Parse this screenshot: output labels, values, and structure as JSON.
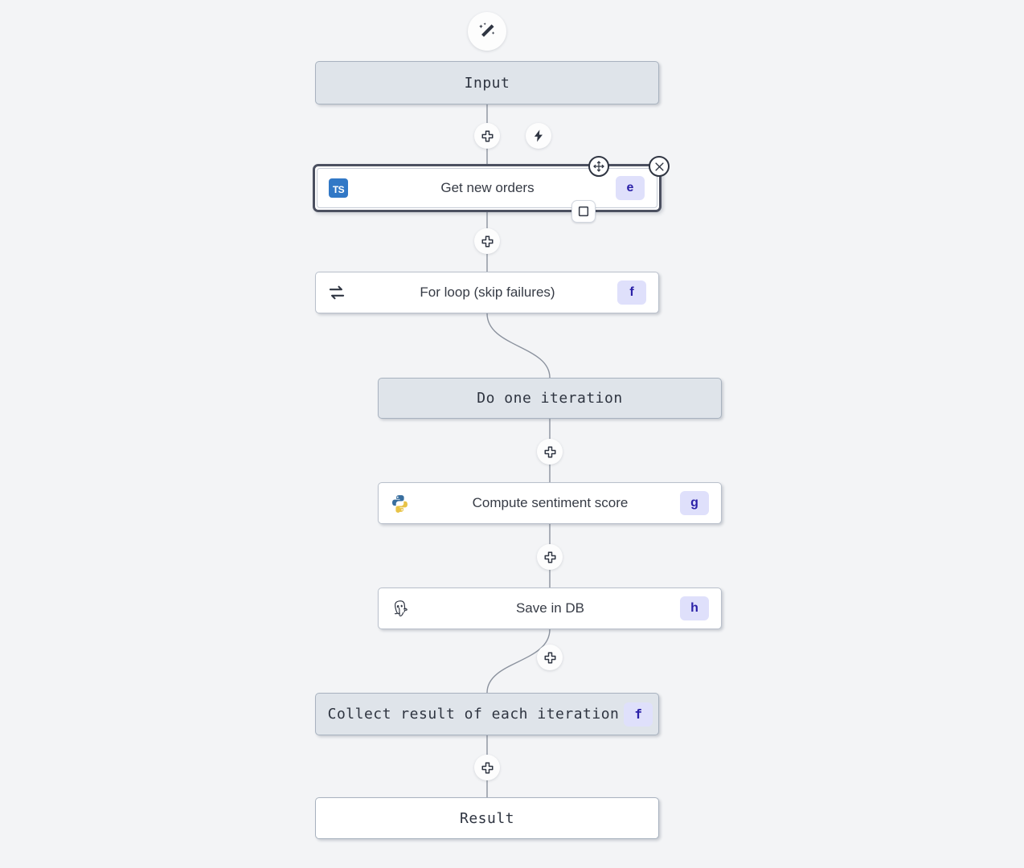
{
  "canvas": {
    "background_color": "#f3f4f6",
    "accent_badge_bg": "#dfe0fb",
    "accent_badge_fg": "#2b21a8",
    "frame_bg": "#dfe4ea",
    "selection_border_color": "#4b5060"
  },
  "top_action": {
    "icon": "magic-wand-icon"
  },
  "nodes": [
    {
      "id": "input",
      "label": "Input",
      "style": "frame",
      "badge": null,
      "icon": null
    },
    {
      "id": "get_new_orders",
      "label": "Get new orders",
      "style": "module",
      "badge": "e",
      "icon": "typescript-icon",
      "selected": true
    },
    {
      "id": "for_loop",
      "label": "For loop (skip failures)",
      "style": "module",
      "badge": "f",
      "icon": "loop-icon"
    },
    {
      "id": "do_one_iteration",
      "label": "Do one iteration",
      "style": "frame",
      "badge": null,
      "icon": null
    },
    {
      "id": "compute_sentiment",
      "label": "Compute sentiment score",
      "style": "module",
      "badge": "g",
      "icon": "python-icon"
    },
    {
      "id": "save_in_db",
      "label": "Save in DB",
      "style": "module",
      "badge": "h",
      "icon": "postgresql-icon"
    },
    {
      "id": "collect_result",
      "label": "Collect result of each iteration",
      "style": "frame",
      "badge": "f",
      "icon": null
    },
    {
      "id": "result",
      "label": "Result",
      "style": "frame-white",
      "badge": null,
      "icon": null
    }
  ],
  "edge_buttons": [
    {
      "id": "add-after-input",
      "icon": "plus-icon"
    },
    {
      "id": "trigger-after-input",
      "icon": "lightning-bolt-icon"
    },
    {
      "id": "add-after-get-orders",
      "icon": "plus-icon"
    },
    {
      "id": "add-after-do-iteration",
      "icon": "plus-icon"
    },
    {
      "id": "add-after-compute",
      "icon": "plus-icon"
    },
    {
      "id": "add-after-save-db",
      "icon": "plus-icon"
    },
    {
      "id": "add-after-collect",
      "icon": "plus-icon"
    }
  ],
  "selection_handles": [
    {
      "id": "move-handle",
      "icon": "move-arrows-icon"
    },
    {
      "id": "close-handle",
      "icon": "close-x-icon"
    },
    {
      "id": "resize-handle",
      "icon": "square-outline-icon"
    }
  ]
}
